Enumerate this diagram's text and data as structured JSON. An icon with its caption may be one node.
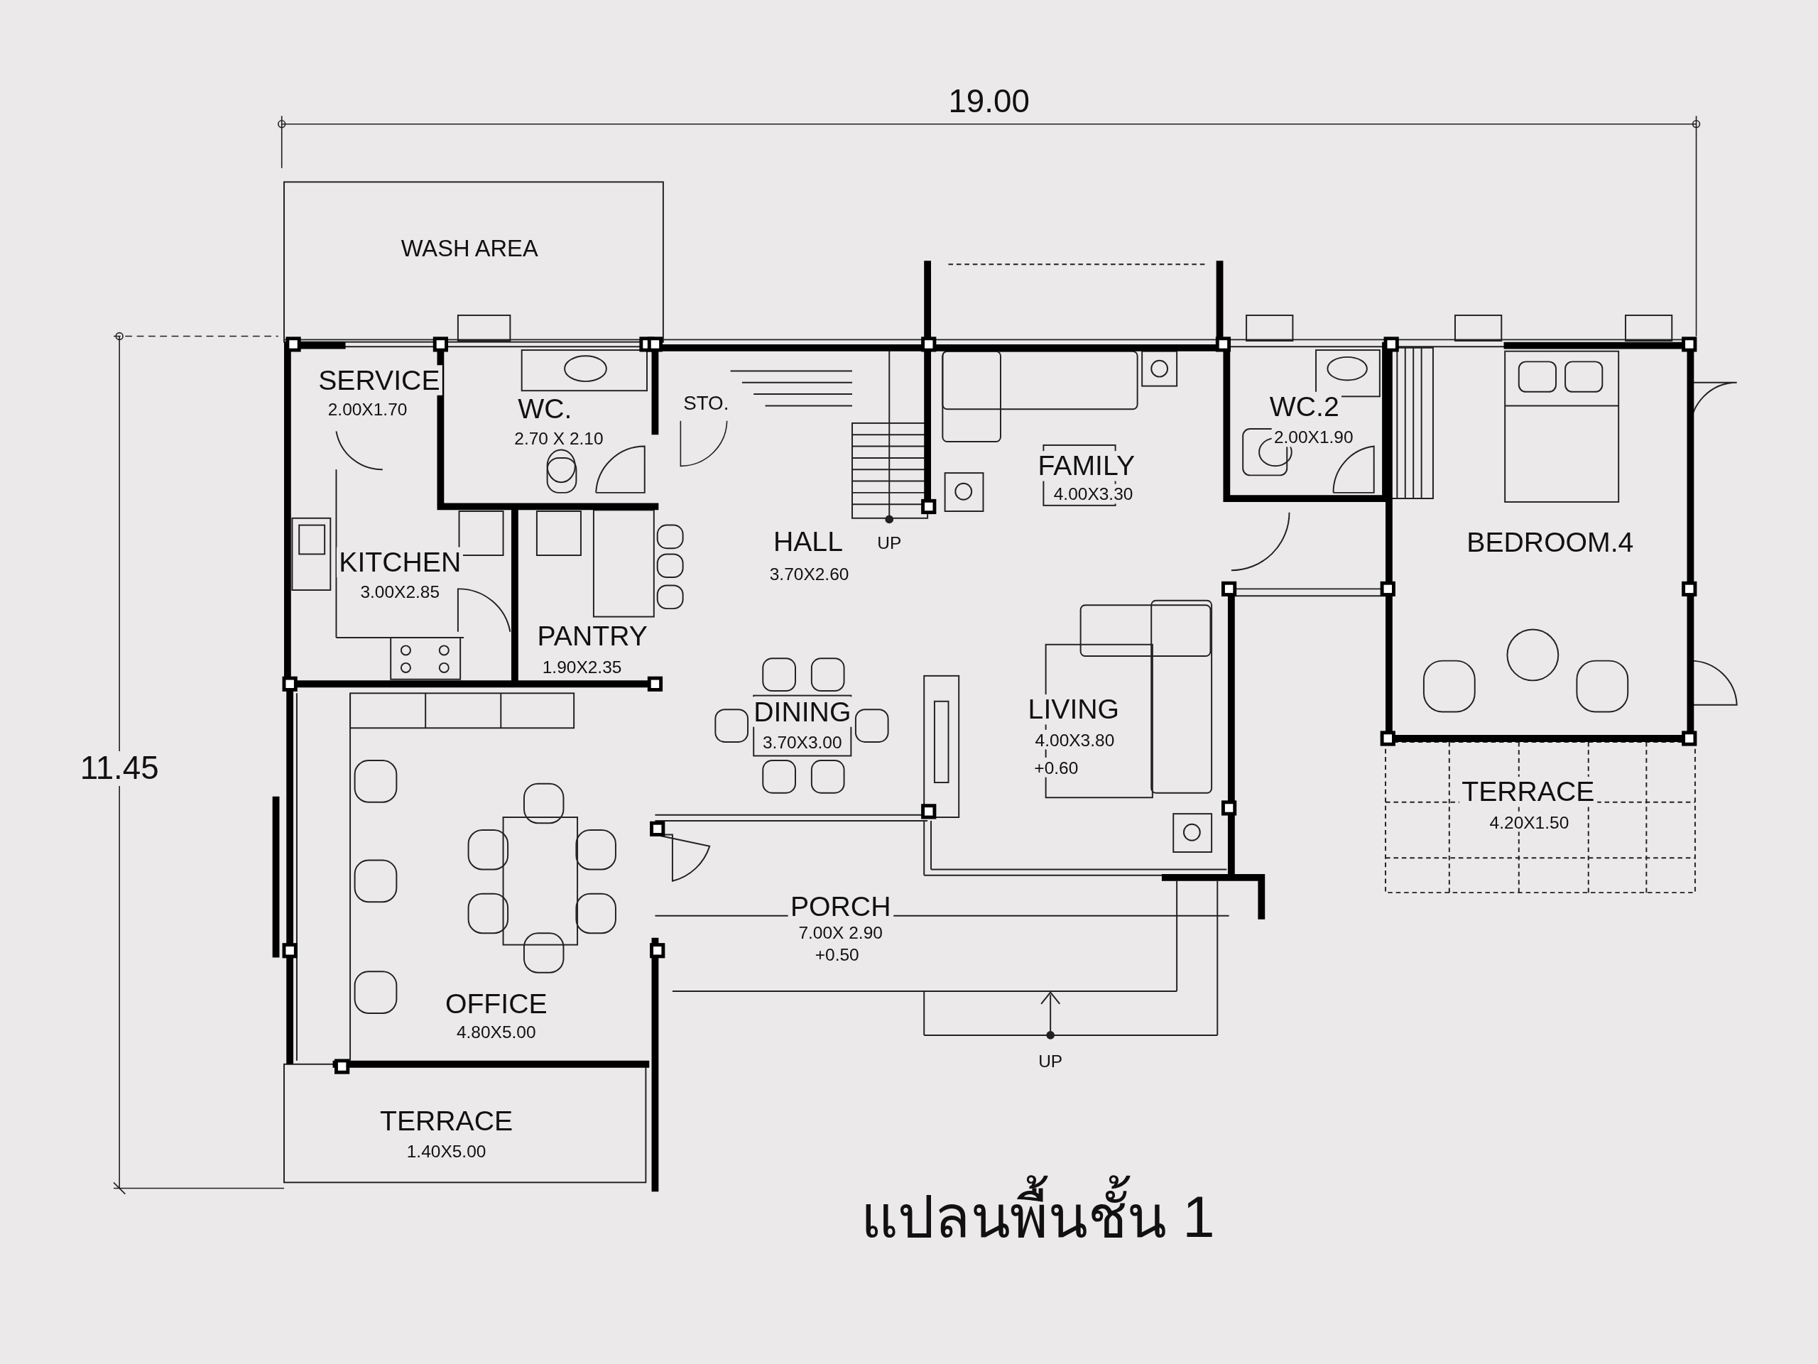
{
  "diagram": {
    "title": "แปลนพื้นชั้น 1",
    "labels": [
      "19.00",
      "WASH AREA",
      "SERVICE",
      "2.00X1.70",
      "WC.",
      "2.70 X 2.10",
      "STO.",
      "FAMILY",
      "4.00X3.30",
      "WC.2",
      "2.00X1.90",
      "KITCHEN",
      "3.00X2.85",
      "HALL",
      "3.70X2.60",
      "UP",
      "BEDROOM.4",
      "PANTRY",
      "1.90X2.35",
      "DINING",
      "3.70X3.00",
      "LIVING",
      "4.00X3.80",
      "+0.60",
      "11.45",
      "TERRACE",
      "4.20X1.50",
      "PORCH",
      "7.00X 2.90",
      "+0.50",
      "OFFICE",
      "4.80X5.00",
      "UP",
      "TERRACE",
      "1.40X5.00"
    ]
  }
}
